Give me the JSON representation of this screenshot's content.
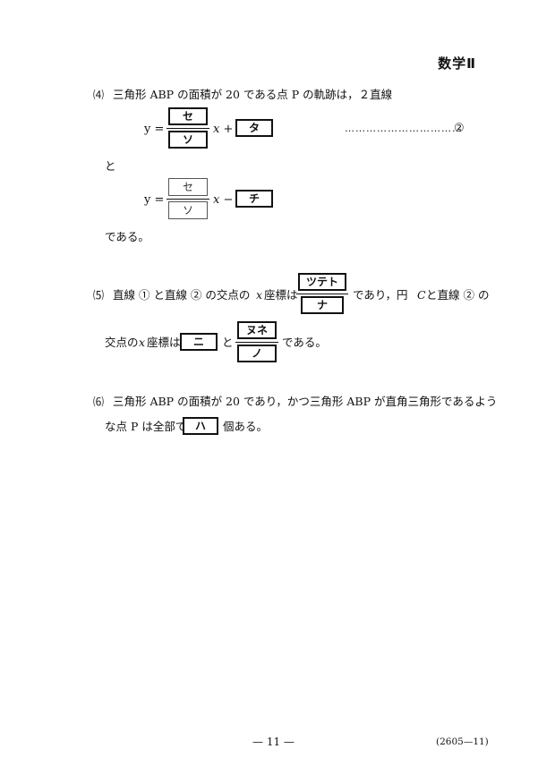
{
  "header": {
    "subject": "数学Ⅱ"
  },
  "q4": {
    "number": "⑷",
    "text": "三角形 ABP の面積が 20 である点 P の軌跡は，２直線",
    "eq1": {
      "lhs": "y =",
      "num_box": "セ",
      "den_box": "ソ",
      "var": "x +",
      "const_box": "タ",
      "ref_dots": "……………………………",
      "ref_mark": "②"
    },
    "conj": "と",
    "eq2": {
      "lhs": "y =",
      "num_box": "セ",
      "den_box": "ソ",
      "var": "x −",
      "const_box": "チ"
    },
    "end": "である。"
  },
  "q5": {
    "number": "⑸",
    "text_a": "直線 ① と直線 ② の交点の",
    "x_var": "x",
    "text_b": "座標は",
    "frac1": {
      "num_box": "ツテト",
      "den_box": "ナ"
    },
    "text_c": "であり，円",
    "circle_var": "C",
    "text_d": "と直線 ② の",
    "line2_a": "交点の",
    "line2_x_var": "x",
    "line2_b": "座標は",
    "box_ni": "ニ",
    "conj": "と",
    "frac2": {
      "num_box": "ヌネ",
      "den_box": "ノ"
    },
    "end": "である。"
  },
  "q6": {
    "number": "⑹",
    "text": "三角形 ABP の面積が 20 であり，かつ三角形 ABP が直角三角形であるよう",
    "line2_a": "な点 P は全部で",
    "box_ha": "ハ",
    "line2_b": "個ある。"
  },
  "footer": {
    "page": "— 11 —",
    "code": "(2605—11)"
  }
}
